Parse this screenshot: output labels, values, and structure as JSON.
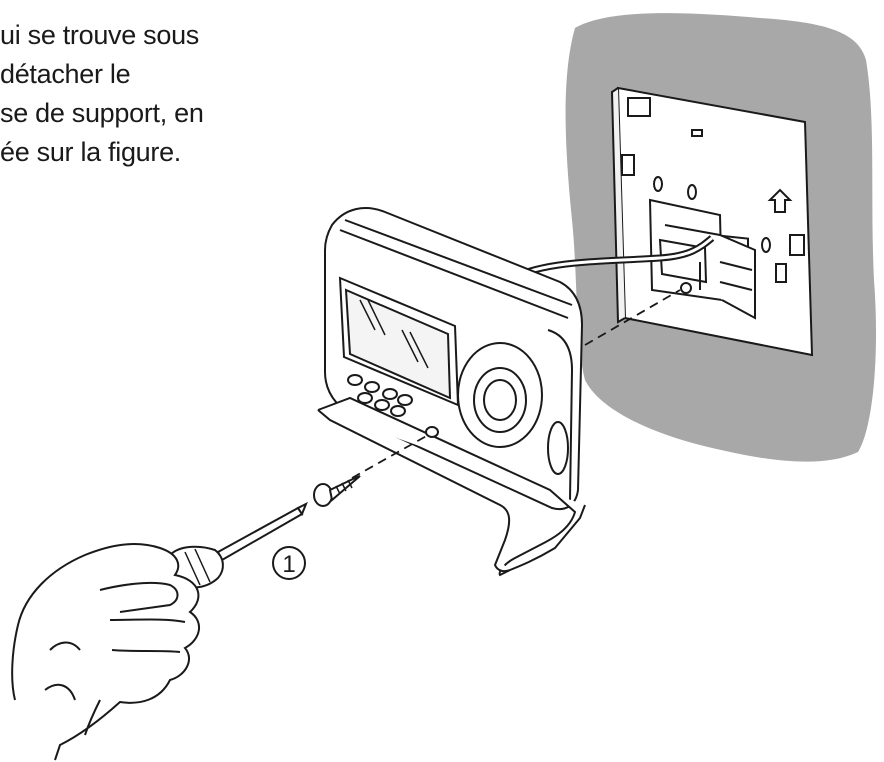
{
  "instruction": {
    "lines": [
      "ui se trouve sous",
      "détacher  le",
      "se de support, en",
      "ée sur la figure."
    ]
  },
  "callouts": {
    "step_number": "1"
  },
  "colors": {
    "wall": "#a8a8a8",
    "line": "#1a1a1a",
    "background": "#ffffff"
  }
}
